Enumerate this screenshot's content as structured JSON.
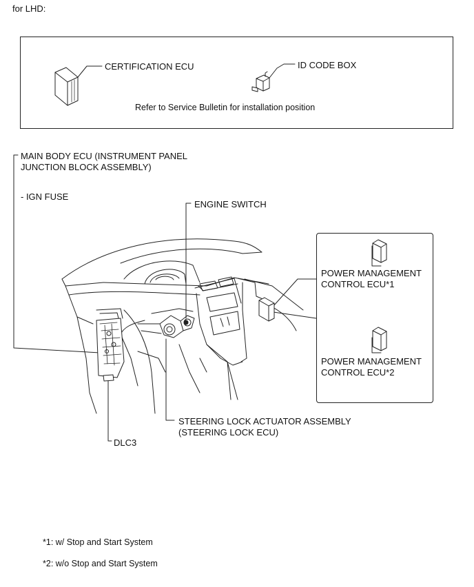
{
  "header": {
    "label": "for LHD:"
  },
  "top_box": {
    "certification_ecu": "CERTIFICATION ECU",
    "id_code_box": "ID CODE BOX",
    "note": "Refer to Service Bulletin for installation position"
  },
  "labels": {
    "main_body_ecu_line1": "MAIN BODY ECU (INSTRUMENT PANEL",
    "main_body_ecu_line2": "JUNCTION BLOCK ASSEMBLY)",
    "ign_fuse": "- IGN FUSE",
    "engine_switch": "ENGINE SWITCH",
    "steering_lock_line1": "STEERING LOCK ACTUATOR ASSEMBLY",
    "steering_lock_line2": "(STEERING LOCK ECU)",
    "dlc3": "DLC3"
  },
  "right_box": {
    "pm_ecu1_line1": "POWER MANAGEMENT",
    "pm_ecu1_line2": "CONTROL ECU*1",
    "pm_ecu2_line1": "POWER MANAGEMENT",
    "pm_ecu2_line2": "CONTROL ECU*2"
  },
  "footnotes": {
    "note1": "*1: w/ Stop and Start System",
    "note2": "*2: w/o Stop and Start System"
  }
}
